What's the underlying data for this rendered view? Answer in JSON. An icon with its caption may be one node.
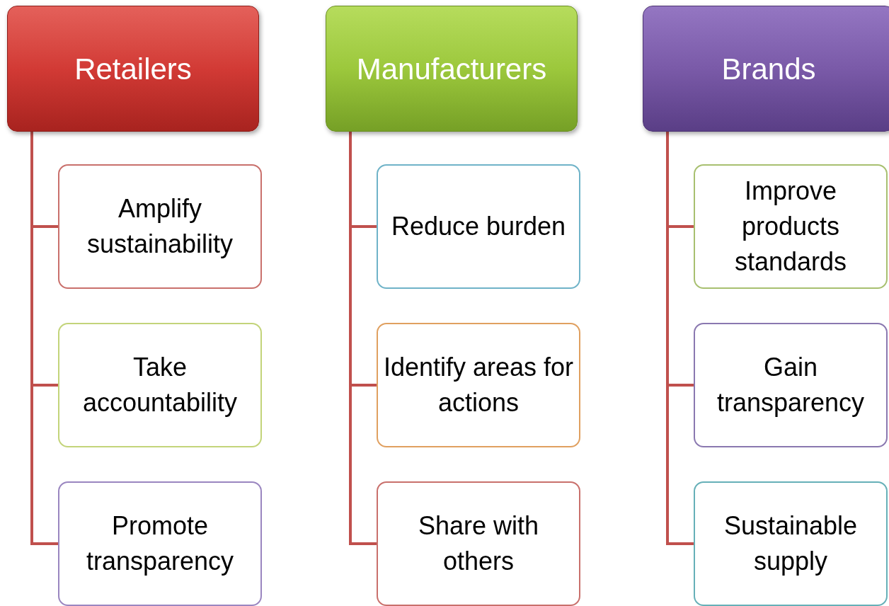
{
  "diagram": {
    "nodes": [
      {
        "text": [
          "Retailers"
        ]
      },
      {
        "text": [
          "Amplify sustainability"
        ]
      },
      {
        "text": [
          "Take accountability"
        ]
      },
      {
        "text": [
          "Promote transparency"
        ]
      },
      {
        "text": [
          "Manufacturers"
        ]
      },
      {
        "text": [
          "Reduce burden"
        ]
      },
      {
        "text": [
          "Identify areas for actions"
        ]
      },
      {
        "text": [
          "Share with others"
        ]
      },
      {
        "text": [
          "Brands"
        ]
      },
      {
        "text": [
          "Improve products standards"
        ]
      },
      {
        "text": [
          "Gain transparency"
        ]
      },
      {
        "text": [
          "Sustainable supply"
        ]
      }
    ],
    "edges": [
      {
        "from": 0,
        "to": 1,
        "arrow": "none"
      },
      {
        "from": 0,
        "to": 2,
        "arrow": "none"
      },
      {
        "from": 0,
        "to": 3,
        "arrow": "none"
      },
      {
        "from": 4,
        "to": 5,
        "arrow": "none"
      },
      {
        "from": 4,
        "to": 6,
        "arrow": "none"
      },
      {
        "from": 4,
        "to": 7,
        "arrow": "none"
      },
      {
        "from": 8,
        "to": 9,
        "arrow": "none"
      },
      {
        "from": 8,
        "to": 10,
        "arrow": "none"
      },
      {
        "from": 8,
        "to": 11,
        "arrow": "none"
      }
    ]
  }
}
